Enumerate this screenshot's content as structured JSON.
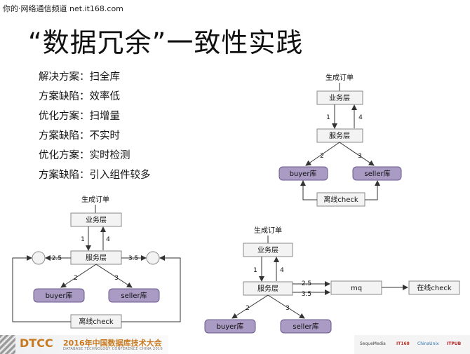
{
  "watermark": "你的·网络通信频道 net.it168.com",
  "title": "“数据冗余”一致性实践",
  "bullets": [
    "解决方案：扫全库",
    "方案缺陷：效率低",
    "优化方案：扫增量",
    "方案缺陷：不实时",
    "优化方案：实时检测",
    "方案缺陷：引入组件较多"
  ],
  "diagram_top_right": {
    "entry": "生成订单",
    "business": "业务层",
    "service": "服务层",
    "buyer": "buyer库",
    "seller": "seller库",
    "check": "离线check",
    "edge1": "1",
    "edge2": "2",
    "edge3": "3",
    "edge4": "4"
  },
  "diagram_left": {
    "entry": "生成订单",
    "business": "业务层",
    "service": "服务层",
    "buyer": "buyer库",
    "seller": "seller库",
    "check": "离线check",
    "edge1": "1",
    "edge2": "2",
    "edge3": "3",
    "edge4": "4",
    "edge25": "2.5",
    "edge35": "3.5"
  },
  "diagram_bottom_right": {
    "entry": "生成订单",
    "business": "业务层",
    "service": "服务层",
    "buyer": "buyer库",
    "seller": "seller库",
    "mq": "mq",
    "check": "在线check",
    "edge1": "1",
    "edge2": "2",
    "edge3": "3",
    "edge4": "4",
    "edge25": "2.5",
    "edge35": "3.5"
  },
  "footer": {
    "brand": "DTCC",
    "conference": "2016年中国数据库技术大会",
    "conference_en": "DATABASE TECHNOLOGY CONFERENCE CHINA 2016",
    "sponsors": [
      "SequeMedia",
      "IT168",
      "ChinaUnix",
      "ITPUB"
    ]
  },
  "colors": {
    "db_fill": "#a99bc4",
    "db_stroke": "#6b5a8c",
    "box_fill": "#f3f3f3",
    "box_stroke": "#8a8a8a",
    "brand": "#c8781e"
  }
}
